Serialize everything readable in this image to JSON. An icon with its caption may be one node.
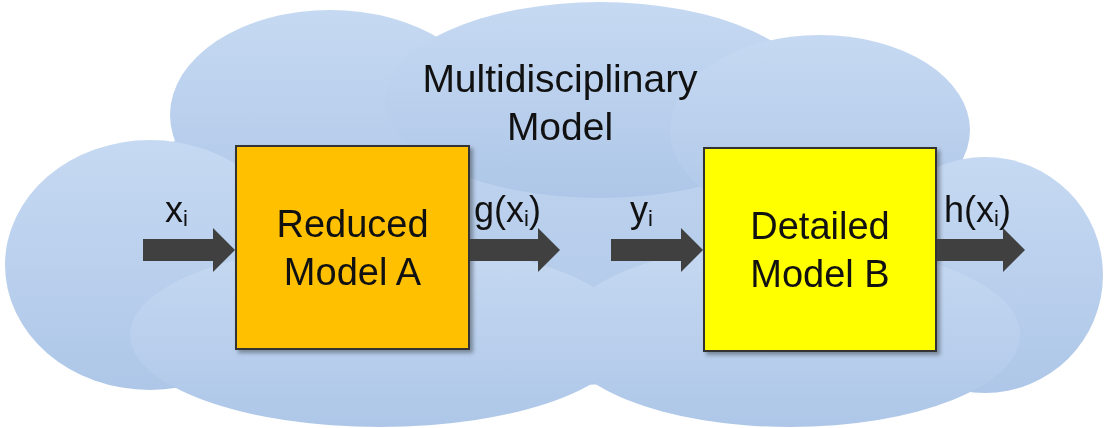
{
  "diagram": {
    "nodes": [
      {
        "text": [
          "Multidisciplinary Model"
        ]
      },
      {
        "text": [
          "Reduced Model A"
        ],
        "in": 0
      },
      {
        "text": [
          "Detailed Model B"
        ],
        "in": 0
      }
    ],
    "edges": [
      {
        "from": null,
        "to": 1,
        "arrow": "to",
        "label": "x$_{i}$"
      },
      {
        "from": 1,
        "to": null,
        "arrow": "to",
        "label": "g(x$_{i}$)"
      },
      {
        "from": null,
        "to": 2,
        "arrow": "to",
        "label": "y$_{i}$"
      },
      {
        "from": 2,
        "to": null,
        "arrow": "to",
        "label": "h(x$_{i}$)"
      }
    ]
  }
}
